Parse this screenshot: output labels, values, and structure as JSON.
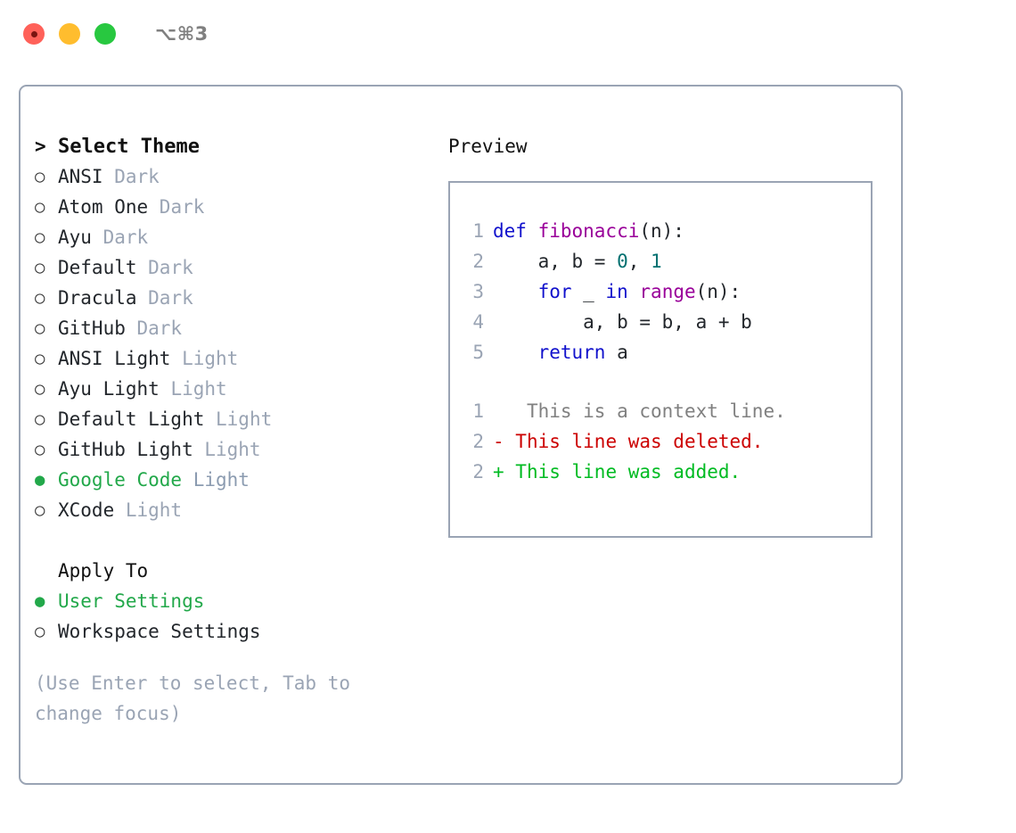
{
  "titlebar": {
    "shortcut": "⌥⌘3",
    "buttons": [
      {
        "name": "close",
        "color": "#ff6159"
      },
      {
        "name": "minimize",
        "color": "#ffbd2e"
      },
      {
        "name": "maximize",
        "color": "#28c840"
      }
    ]
  },
  "theme_picker": {
    "prompt": ">",
    "header": "Select Theme",
    "bullet_unselected": "○",
    "bullet_selected": "●",
    "items": [
      {
        "name": "ANSI",
        "kind": "Dark",
        "selected": false
      },
      {
        "name": "Atom One",
        "kind": "Dark",
        "selected": false
      },
      {
        "name": "Ayu",
        "kind": "Dark",
        "selected": false
      },
      {
        "name": "Default",
        "kind": "Dark",
        "selected": false
      },
      {
        "name": "Dracula",
        "kind": "Dark",
        "selected": false
      },
      {
        "name": "GitHub",
        "kind": "Dark",
        "selected": false
      },
      {
        "name": "ANSI Light",
        "kind": "Light",
        "selected": false
      },
      {
        "name": "Ayu Light",
        "kind": "Light",
        "selected": false
      },
      {
        "name": "Default Light",
        "kind": "Light",
        "selected": false
      },
      {
        "name": "GitHub Light",
        "kind": "Light",
        "selected": false
      },
      {
        "name": "Google Code",
        "kind": "Light",
        "selected": true
      },
      {
        "name": "XCode",
        "kind": "Light",
        "selected": false
      }
    ]
  },
  "apply_to": {
    "label": "Apply To",
    "options": [
      {
        "name": "User Settings",
        "selected": true
      },
      {
        "name": "Workspace Settings",
        "selected": false
      }
    ]
  },
  "help_text": "(Use Enter to select, Tab to change focus)",
  "preview": {
    "title": "Preview",
    "code_lines": [
      {
        "num": "1",
        "tokens": [
          {
            "t": "def ",
            "c": "kw"
          },
          {
            "t": "fibonacci",
            "c": "fn"
          },
          {
            "t": "(n):",
            "c": "pl"
          }
        ]
      },
      {
        "num": "2",
        "tokens": [
          {
            "t": "    a, b = ",
            "c": "pl"
          },
          {
            "t": "0",
            "c": "num"
          },
          {
            "t": ", ",
            "c": "pl"
          },
          {
            "t": "1",
            "c": "num"
          }
        ]
      },
      {
        "num": "3",
        "tokens": [
          {
            "t": "    ",
            "c": "pl"
          },
          {
            "t": "for",
            "c": "kw"
          },
          {
            "t": " _ ",
            "c": "pl"
          },
          {
            "t": "in",
            "c": "kw"
          },
          {
            "t": " ",
            "c": "pl"
          },
          {
            "t": "range",
            "c": "fn"
          },
          {
            "t": "(n):",
            "c": "pl"
          }
        ]
      },
      {
        "num": "4",
        "tokens": [
          {
            "t": "        a, b = b, a + b",
            "c": "pl"
          }
        ]
      },
      {
        "num": "5",
        "tokens": [
          {
            "t": "    ",
            "c": "pl"
          },
          {
            "t": "return",
            "c": "kw"
          },
          {
            "t": " a",
            "c": "pl"
          }
        ]
      }
    ],
    "diff_lines": [
      {
        "num": "1",
        "marker": " ",
        "text": "  This is a context line.",
        "kind": "ctx"
      },
      {
        "num": "2",
        "marker": "-",
        "text": " This line was deleted.",
        "kind": "del"
      },
      {
        "num": "2",
        "marker": "+",
        "text": " This line was added.",
        "kind": "add"
      }
    ]
  },
  "colors": {
    "accent_green": "#22a84a",
    "border": "#9aa4b4",
    "muted": "#9aa4b4",
    "keyword": "#1111cc",
    "function": "#990099",
    "number": "#007070",
    "diff_add": "#00bb22",
    "diff_del": "#cc0000",
    "diff_ctx": "#808080"
  }
}
